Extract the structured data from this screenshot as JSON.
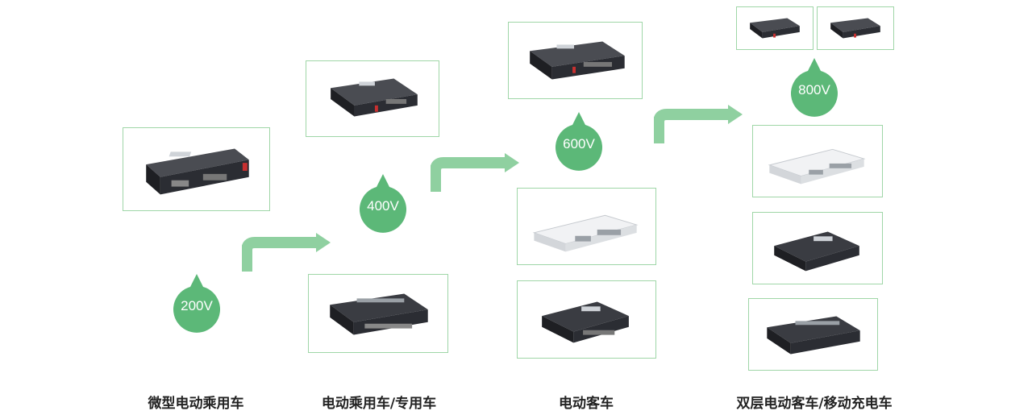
{
  "voltages": {
    "v200": "200V",
    "v400": "400V",
    "v600": "600V",
    "v800": "800V"
  },
  "captions": {
    "c1": "微型电动乘用车",
    "c2": "电动乘用车/专用车",
    "c3": "电动客车",
    "c4": "双层电动客车/移动充电车"
  },
  "colors": {
    "accent": "#5cb878",
    "arrow": "#8fd0a0",
    "card_border": "#9fd6a7",
    "device_dark": "#2b2d33",
    "device_silver": "#e4e6e8"
  }
}
